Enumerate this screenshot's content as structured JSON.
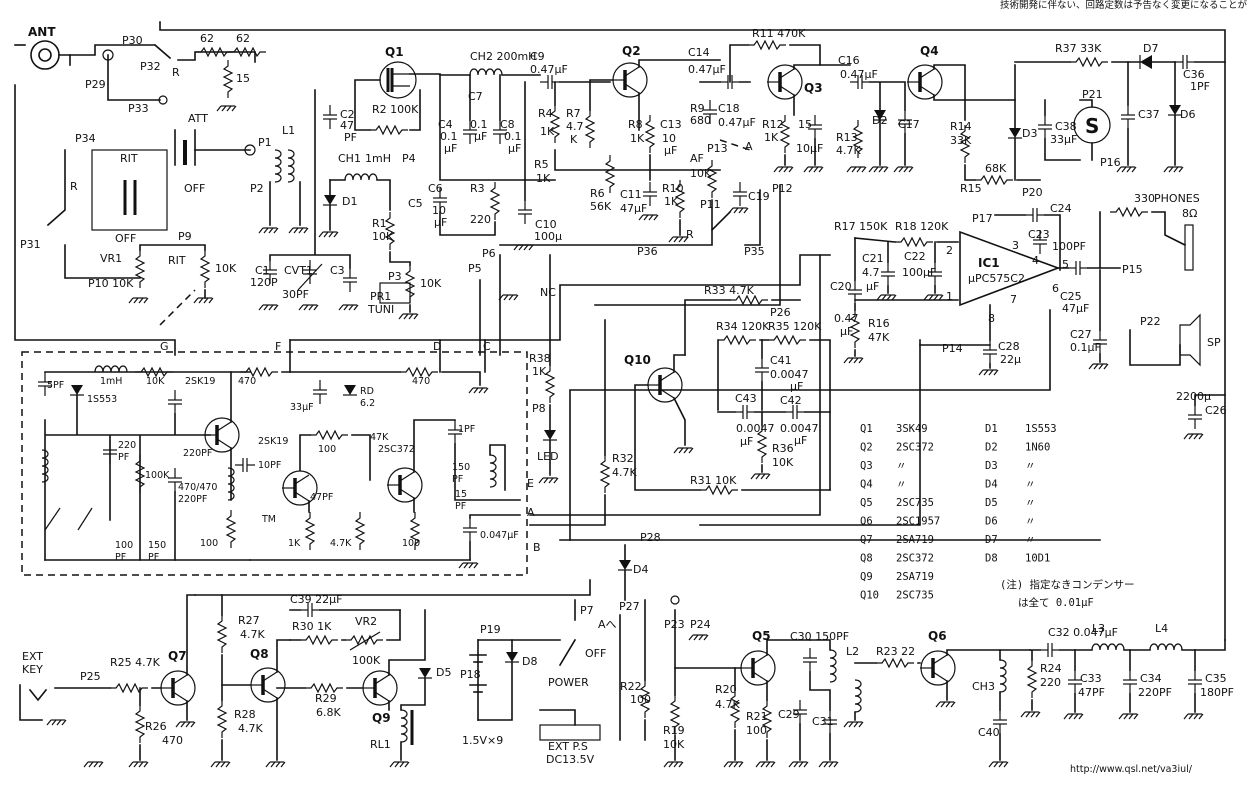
{
  "notice": "技術開発に伴ない、回路定数は予告なく変更になることがあります。",
  "url": "http://www.qsl.net/va3iul/",
  "labels": {
    "ant": "ANT",
    "p30": "P30",
    "p32": "P32",
    "r_sw1": "R",
    "r62a": "62",
    "r62b": "62",
    "r15": "15",
    "p29": "P29",
    "p33": "P33",
    "att": "ATT",
    "off1": "OFF",
    "p1": "P1",
    "l1": "L1",
    "p2": "P2",
    "p34": "P34",
    "rit1": "RIT",
    "r_sw2": "R",
    "off2": "OFF",
    "p31": "P31",
    "vr1": "VR1",
    "p10": "P10 10K",
    "p9": "P9",
    "rit2": "RIT",
    "r10k_rit": "10K",
    "q1": "Q1",
    "r2": "R2 100K",
    "ch2": "CH2 200mH",
    "c2": "C2",
    "c2v": "47",
    "c2u": "PF",
    "c4": "C4",
    "c4v": "0.1",
    "c4u": "μF",
    "c7": "C7",
    "c7v": "0.1",
    "c7u": "μF",
    "c8": "C8",
    "c8v": "0.1",
    "c8u": "μF",
    "p4": "P4",
    "ch1": "CH1",
    "ch1v": "1mH",
    "d1": "D1",
    "c5": "C5",
    "c6": "C6",
    "c6v": "10",
    "c6u": "μF",
    "r3": "R3",
    "r3v": "220",
    "r1": "R1",
    "r1v": "10K",
    "c1": "C1",
    "c1v": "120P",
    "cvt1": "CVT1",
    "cvt1v": "30PF",
    "c3": "C3",
    "p3": "P3",
    "pr1": "PR1",
    "tuni": "TUNI",
    "r10k_p3": "10K",
    "p6": "P6",
    "p5": "P5",
    "nc": "NC",
    "c9": "C9",
    "c9v": "0.47μF",
    "r4": "R4",
    "r4v": "1K",
    "r5": "R5",
    "r5v": "1K",
    "c10": "C10",
    "c10v": "100μ",
    "q2": "Q2",
    "r7": "R7",
    "r7v": "4.7",
    "r7u": "K",
    "r6": "R6",
    "r6v": "56K",
    "r8": "R8",
    "r8v": "1K",
    "c13": "C13",
    "c13v": "10",
    "c13u": "μF",
    "c11": "C11",
    "c11v": "47μF",
    "r10": "R10",
    "r10v": "1K",
    "c14": "C14",
    "c14v": "0.47μF",
    "r9": "R9",
    "r9v": "680",
    "c18": "C18",
    "c18v": "0.47μF",
    "p13": "P13",
    "a_arrow": "A",
    "af": "AF",
    "af10k": "10K",
    "c19": "C19",
    "p11": "P11",
    "r_sw3": "R",
    "p36": "P36",
    "p35": "P35",
    "p12": "P12",
    "r11": "R11 470K",
    "q3": "Q3",
    "r12": "R12",
    "r12v": "1K",
    "c15": "15",
    "c15v": "10μF",
    "c16": "C16",
    "c16v": "0.47μF",
    "r13": "R13",
    "r13v": "4.7K",
    "d2": "D2",
    "c17": "C17",
    "q4": "Q4",
    "r14": "R14",
    "r14v": "33K",
    "r68k": "68K",
    "r15b": "R15",
    "p20": "P20",
    "d3": "D3",
    "c38": "C38",
    "c38v": "33μF",
    "r37": "R37 33K",
    "d7": "D7",
    "c36": "C36",
    "c36v": "1PF",
    "p21": "P21",
    "c37": "C37",
    "d6": "D6",
    "p16": "P16",
    "s_meter": "S",
    "phones": "PHONES",
    "phones_ohm": "8Ω",
    "r330": "330",
    "p15": "P15",
    "p22": "P22",
    "sp": "SP",
    "c24": "C24",
    "c23": "C23",
    "c23v": "100PF",
    "ic1": "IC1",
    "ic1v": "μPC575C2",
    "c25": "C25",
    "c25v": "47μF",
    "c27": "C27",
    "c27v": "0.1μF",
    "p17": "P17",
    "r17": "R17 150K",
    "r18": "R18 120K",
    "c21": "C21",
    "c21v": "4.7",
    "c21u": "μF",
    "c22": "C22",
    "c22v": "100μF",
    "c20": "C20",
    "c20v": "0.47",
    "c20u": "μF",
    "r16": "R16",
    "r16v": "47K",
    "p14": "P14",
    "c28": "C28",
    "c28v": "22μ",
    "c26": "C26",
    "c26v": "2200μ",
    "pin3": "3",
    "pin2": "2",
    "pin4": "4",
    "pin5": "5",
    "pin6": "6",
    "pin1": "1",
    "pin7": "7",
    "pin8": "8",
    "r33": "R33 4.7K",
    "p26": "P26",
    "r34": "R34 120K",
    "r35": "R35 120K",
    "c41": "C41",
    "c41v": "0.0047",
    "c41u": "μF",
    "c43": "C43",
    "c43v": "0.0047",
    "c43u": "μF",
    "c42": "C42",
    "c42v": "0.0047",
    "c42u": "μF",
    "r36": "R36",
    "r36v": "10K",
    "q10": "Q10",
    "r31": "R31 10K",
    "g": "G",
    "f": "F",
    "d": "D",
    "c": "C",
    "e": "E",
    "a": "A",
    "b": "B",
    "r38": "R38",
    "r38v": "1K",
    "p8": "P8",
    "led": "LED",
    "r32": "R32",
    "r32v": "4.7K",
    "sp1": "5PF",
    "r1mh": "1mH",
    "r10k_v": "10K",
    "v2sk19a": "2SK19",
    "d1s": "1S553",
    "c220": "220",
    "c220u": "PF",
    "r100k_v": "100K",
    "c220p": "220PF",
    "c470": "470/470",
    "c220pf2": "220PF",
    "r100_v": "100",
    "c100": "100",
    "c100u": "PF",
    "c150": "150",
    "c150u": "PF",
    "r470a": "470",
    "v2sk19b": "2SK19",
    "c33u": "33μF",
    "rd": "RD",
    "rd62": "6.2",
    "r470b": "470",
    "c10p": "10PF",
    "r100b": "100",
    "r47k": "47K",
    "v2sc372": "2SC372",
    "c47p": "47PF",
    "tm": "TM",
    "r1k_v": "1K",
    "r47k2": "4.7K",
    "r100c": "100",
    "c1pf": "1PF",
    "c150p": "150",
    "c150pu": "PF",
    "c15u": "PF",
    "c0047": "0.047μF",
    "q7": "Q7",
    "ext_key": "EXT",
    "key": "KEY",
    "p25": "P25",
    "r25": "R25 4.7K",
    "r26": "R26",
    "r26v": "470",
    "q8": "Q8",
    "r27": "R27",
    "r27v": "4.7K",
    "r28": "R28",
    "r28v": "4.7K",
    "c39": "C39 22μF",
    "r30": "R30 1K",
    "vr2": "VR2",
    "vr2v": "100K",
    "r29": "R29",
    "r29v": "6.8K",
    "q9": "Q9",
    "d5": "D5",
    "rl1": "RL1",
    "p19": "P19",
    "d8": "D8",
    "p18": "P18",
    "batt": "1.5V×9",
    "extps": "EXT P.S",
    "extpsv": "DC13.5V",
    "power": "POWER",
    "p7": "P7",
    "a_to": "Aへ",
    "off3": "OFF",
    "p27": "P27",
    "p28": "P28",
    "d4": "D4",
    "r22": "R22",
    "r22v": "100",
    "r19": "R19",
    "r19v": "10K",
    "p23": "P23",
    "p24": "P24",
    "q5": "Q5",
    "r20": "R20",
    "r20v": "4.7K",
    "r21": "R21",
    "r21v": "100",
    "c29": "C29",
    "c30": "C30 150PF",
    "c31": "C31",
    "l2": "L2",
    "r23": "R23 22",
    "q6": "Q6",
    "ch3": "CH3",
    "c40": "C40",
    "c32": "C32 0.047μF",
    "l3": "L3",
    "l4": "L4",
    "r24": "R24",
    "r24v": "220",
    "c33": "C33",
    "c33v": "47PF",
    "c34": "C34",
    "c34v": "220PF",
    "c35": "C35",
    "c35v": "180PF"
  },
  "parts_table": [
    {
      "ref": "Q1",
      "part": "3SK49",
      "dref": "D1",
      "dpart": "1S553"
    },
    {
      "ref": "Q2",
      "part": "2SC372",
      "dref": "D2",
      "dpart": "1N60"
    },
    {
      "ref": "Q3",
      "part": "〃",
      "dref": "D3",
      "dpart": "〃"
    },
    {
      "ref": "Q4",
      "part": "〃",
      "dref": "D4",
      "dpart": "〃"
    },
    {
      "ref": "Q5",
      "part": "2SC735",
      "dref": "D5",
      "dpart": "〃"
    },
    {
      "ref": "Q6",
      "part": "2SC1957",
      "dref": "D6",
      "dpart": "〃"
    },
    {
      "ref": "Q7",
      "part": "2SA719",
      "dref": "D7",
      "dpart": "〃"
    },
    {
      "ref": "Q8",
      "part": "2SC372",
      "dref": "D8",
      "dpart": "10D1"
    },
    {
      "ref": "Q9",
      "part": "2SA719",
      "dref": "",
      "dpart": ""
    },
    {
      "ref": "Q10",
      "part": "2SC735",
      "dref": "",
      "dpart": ""
    }
  ],
  "table_note1": "(注) 指定なきコンデンサー",
  "table_note2": "は全て 0.01μF"
}
